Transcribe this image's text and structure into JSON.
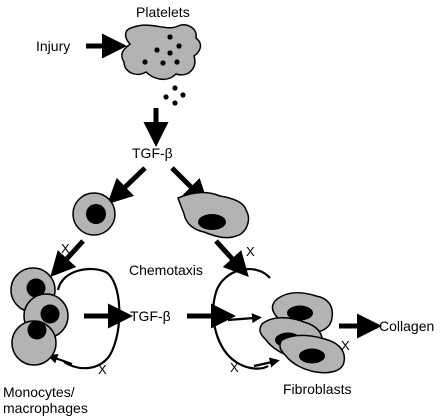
{
  "labels": {
    "platelets": "Platelets",
    "injury": "Injury",
    "tgf_top": "TGF-β",
    "chemotaxis": "Chemotaxis",
    "tgf_middle": "TGF-β",
    "collagen": "Collagen",
    "monocytes": "Monocytes/",
    "macrophages": "macrophages",
    "fibroblasts": "Fibroblasts",
    "x_mark": "X"
  },
  "colors": {
    "cell_fill": "#b3b3b3",
    "nucleus": "#000000",
    "arrow": "#000000"
  }
}
